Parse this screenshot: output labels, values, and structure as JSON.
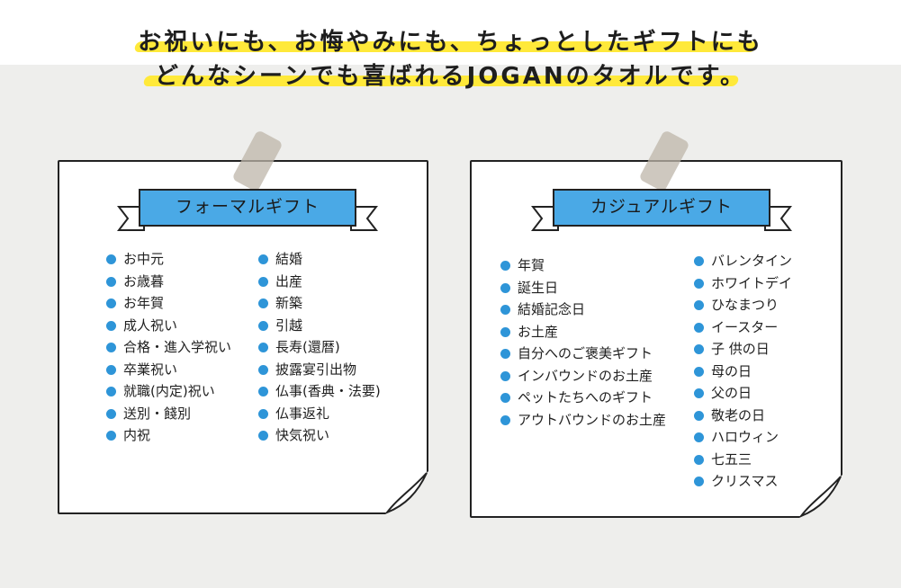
{
  "headline": {
    "line1": "お祝いにも、お悔やみにも、ちょっとしたギフトにも",
    "line2": "どんなシーンでも喜ばれるJOGANのタオルです。"
  },
  "colors": {
    "highlight": "#ffe93a",
    "ribbon": "#4aa9e6",
    "bullet": "#2e95d8",
    "background": "#eeeeec"
  },
  "formal": {
    "title": "フォーマルギフト",
    "col1": [
      "お中元",
      "お歳暮",
      "お年賀",
      "成人祝い",
      "合格・進入学祝い",
      "卒業祝い",
      "就職(内定)祝い",
      "送別・餞別",
      "内祝"
    ],
    "col2": [
      "結婚",
      "出産",
      "新築",
      "引越",
      "長寿(還暦)",
      "披露宴引出物",
      "仏事(香典・法要)",
      "仏事返礼",
      "快気祝い"
    ]
  },
  "casual": {
    "title": "カジュアルギフト",
    "col1": [
      "年賀",
      "誕生日",
      "結婚記念日",
      "お土産",
      "自分へのご褒美ギフト",
      "インバウンドのお土産",
      "ペットたちへのギフト",
      "アウトバウンドのお土産"
    ],
    "col2": [
      "バレンタイン",
      "ホワイトデイ",
      "ひなまつり",
      "イースター",
      "子 供の日",
      "母の日",
      "父の日",
      "敬老の日",
      "ハロウィン",
      "七五三",
      "クリスマス"
    ]
  }
}
